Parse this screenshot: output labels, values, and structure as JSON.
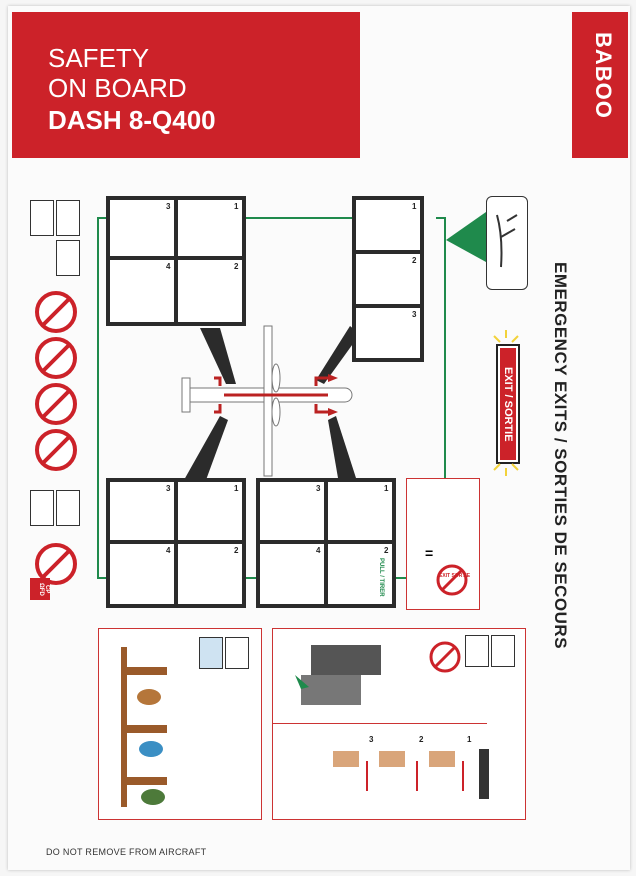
{
  "header": {
    "line1": "SAFETY",
    "line2": "ON BOARD",
    "line3": "DASH 8-Q400"
  },
  "brand": {
    "name": "BABOO",
    "color": "#cc2229"
  },
  "side_title": "EMERGENCY EXITS / SORTIES DE SECOURS",
  "exit_sign": "EXIT / SORTIE",
  "panels": {
    "top_left": {
      "steps": [
        "3",
        "1",
        "4",
        "2"
      ]
    },
    "top_right": {
      "steps": [
        "1",
        "2",
        "3"
      ]
    },
    "bottom_left": {
      "steps": [
        "3",
        "1",
        "4",
        "2"
      ]
    },
    "bottom_mid": {
      "steps": [
        "3",
        "1",
        "4",
        "2"
      ],
      "pull_label": "PULL / TIRER"
    }
  },
  "prohibition_icons": [
    "no-smoking-icon",
    "no-electronics-icon",
    "no-lighter-icon",
    "no-flame-icon",
    "no-child-icon"
  ],
  "small_notes": {
    "exit_equals": "=",
    "no_exit": "EXIT SORTIE",
    "cp_label": "CP ΩFD"
  },
  "brace_steps": [
    "1",
    "2",
    "3"
  ],
  "footer": "DO NOT REMOVE FROM AIRCRAFT",
  "colors": {
    "red": "#cc2229",
    "green": "#1f8a4c",
    "dark": "#2b2b2b"
  }
}
